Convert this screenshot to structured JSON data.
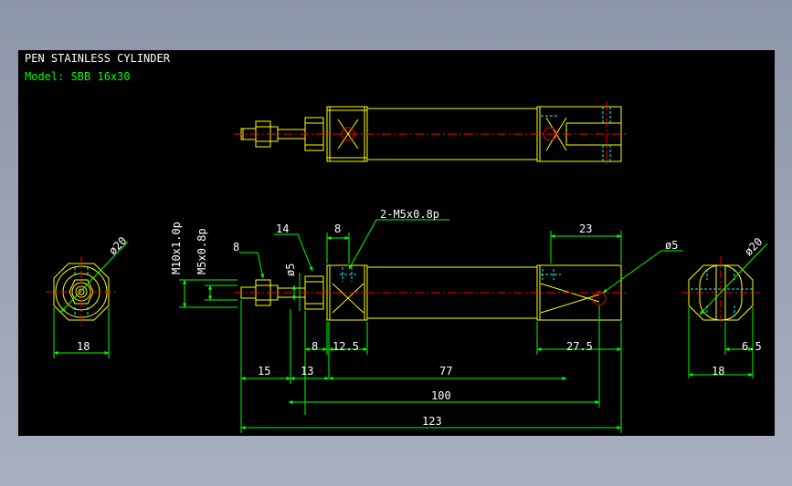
{
  "header": {
    "title": "PEN STAINLESS CYLINDER",
    "model": "Model: SBB 16x30"
  },
  "colors": {
    "background": "#000000",
    "outline": "#ffff00",
    "dimension": "#00ff00",
    "centerline": "#ff0000",
    "hidden": "#00ffff",
    "text": "#ffffff"
  },
  "dims": {
    "diam20_left": "ø20",
    "w18_left": "18",
    "thread_m10": "M10x1.0p",
    "thread_m5": "M5x0.8p",
    "nut_8": "8",
    "face_14": "14",
    "diam5_rod": "ø5",
    "w8_top": "8",
    "ports": "2-M5x0.8p",
    "len23": "23",
    "diam5_pin": "ø5",
    "len8_bottom": "8",
    "len12_5": "12.5",
    "len27_5": "27.5",
    "len15": "15",
    "len13": "13",
    "len77": "77",
    "len100": "100",
    "len123": "123",
    "diam20_right": "ø20",
    "len6_5": "6.5",
    "w18_right": "18"
  }
}
